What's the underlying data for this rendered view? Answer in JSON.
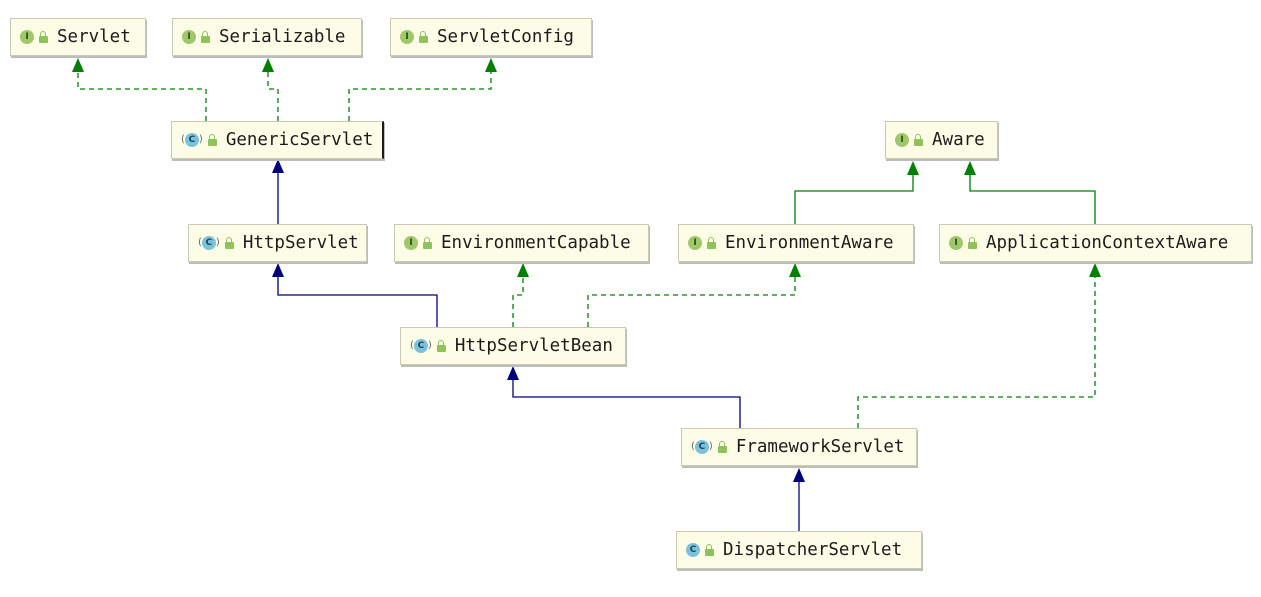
{
  "colors": {
    "extends": "#00007f",
    "implements": "#008000",
    "node_bg": "#fdfde7"
  },
  "nodes": [
    {
      "id": "Servlet",
      "name": "Servlet",
      "kind": "interface",
      "icon": "interface-icon"
    },
    {
      "id": "Serializable",
      "name": "Serializable",
      "kind": "interface",
      "icon": "interface-icon"
    },
    {
      "id": "ServletConfig",
      "name": "ServletConfig",
      "kind": "interface",
      "icon": "interface-icon"
    },
    {
      "id": "GenericServlet",
      "name": "GenericServlet",
      "kind": "abstract",
      "icon": "abstract-class-icon"
    },
    {
      "id": "Aware",
      "name": "Aware",
      "kind": "interface",
      "icon": "interface-icon"
    },
    {
      "id": "HttpServlet",
      "name": "HttpServlet",
      "kind": "abstract",
      "icon": "abstract-class-icon"
    },
    {
      "id": "EnvironmentCapable",
      "name": "EnvironmentCapable",
      "kind": "interface",
      "icon": "interface-icon"
    },
    {
      "id": "EnvironmentAware",
      "name": "EnvironmentAware",
      "kind": "interface",
      "icon": "interface-icon"
    },
    {
      "id": "ApplicationContextAware",
      "name": "ApplicationContextAware",
      "kind": "interface",
      "icon": "interface-icon"
    },
    {
      "id": "HttpServletBean",
      "name": "HttpServletBean",
      "kind": "abstract",
      "icon": "abstract-class-icon"
    },
    {
      "id": "FrameworkServlet",
      "name": "FrameworkServlet",
      "kind": "abstract",
      "icon": "abstract-class-icon"
    },
    {
      "id": "DispatcherServlet",
      "name": "DispatcherServlet",
      "kind": "class",
      "icon": "class-icon"
    }
  ],
  "edges": [
    {
      "from": "GenericServlet",
      "to": "Servlet",
      "type": "implements"
    },
    {
      "from": "GenericServlet",
      "to": "Serializable",
      "type": "implements"
    },
    {
      "from": "GenericServlet",
      "to": "ServletConfig",
      "type": "implements"
    },
    {
      "from": "HttpServlet",
      "to": "GenericServlet",
      "type": "extends"
    },
    {
      "from": "EnvironmentAware",
      "to": "Aware",
      "type": "extends-interface"
    },
    {
      "from": "ApplicationContextAware",
      "to": "Aware",
      "type": "extends-interface"
    },
    {
      "from": "HttpServletBean",
      "to": "HttpServlet",
      "type": "extends"
    },
    {
      "from": "HttpServletBean",
      "to": "EnvironmentCapable",
      "type": "implements"
    },
    {
      "from": "HttpServletBean",
      "to": "EnvironmentAware",
      "type": "implements"
    },
    {
      "from": "FrameworkServlet",
      "to": "HttpServletBean",
      "type": "extends"
    },
    {
      "from": "FrameworkServlet",
      "to": "ApplicationContextAware",
      "type": "implements"
    },
    {
      "from": "DispatcherServlet",
      "to": "FrameworkServlet",
      "type": "extends"
    }
  ]
}
